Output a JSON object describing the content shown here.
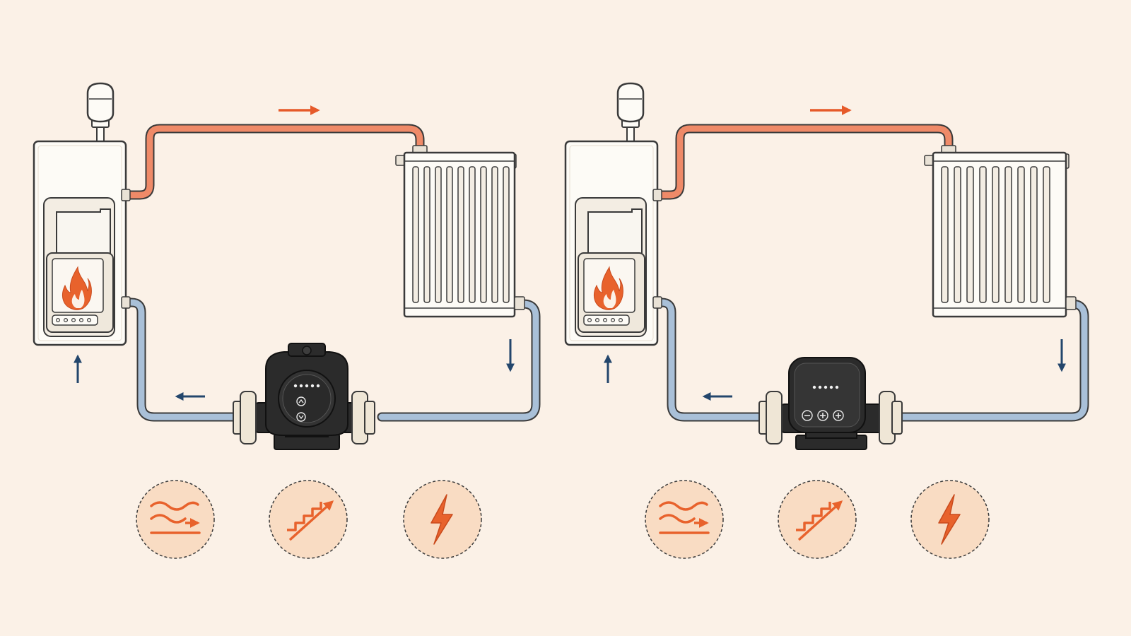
{
  "colors": {
    "background": "#fbf1e7",
    "hot_pipe": "#ef8a68",
    "cold_pipe": "#a9c0d8",
    "flow_arrow_hot": "#e65a2a",
    "flow_arrow_cold": "#23466c",
    "accent_orange": "#e8622c",
    "pump_body": "#2b2b2b",
    "unit_white": "#fdfbf6",
    "outline": "#3a3a3a",
    "badge_fill": "#f9dcc3"
  },
  "systems": [
    {
      "name": "left-system",
      "pump_variant": "classic-circulator",
      "pump_indicator_dots": 5,
      "pump_buttons": [
        "chevron-up-icon",
        "chevron-down-icon"
      ],
      "badges": [
        "flow-waves-icon",
        "stairs-growth-icon",
        "lightning-icon"
      ]
    },
    {
      "name": "right-system",
      "pump_variant": "smart-circulator",
      "pump_indicator_dots": 5,
      "pump_buttons": [
        "minus-icon",
        "plus-icon",
        "plus-icon"
      ],
      "badges": [
        "flow-waves-icon",
        "stairs-growth-icon",
        "lightning-icon"
      ]
    }
  ]
}
